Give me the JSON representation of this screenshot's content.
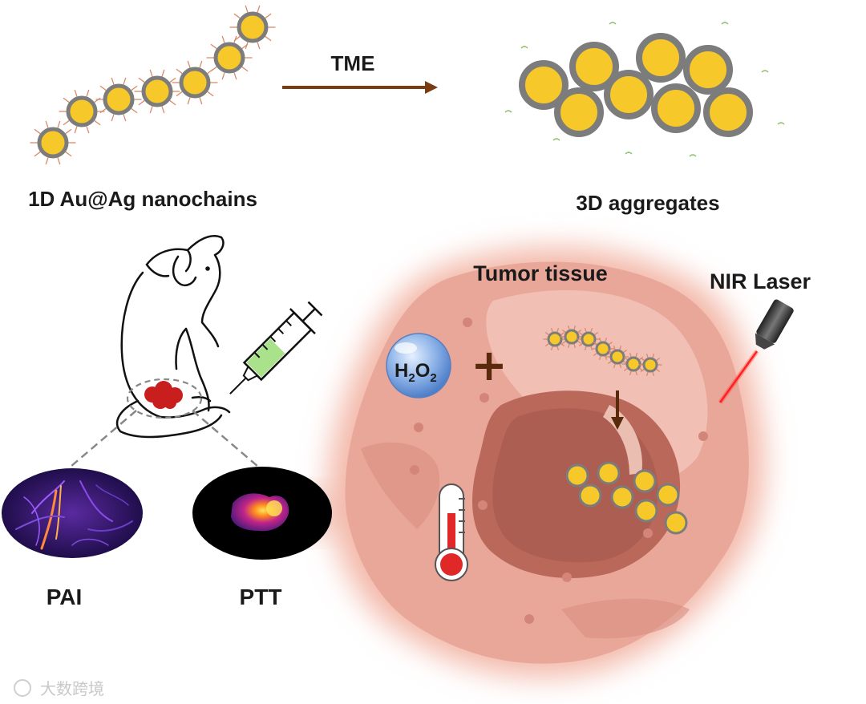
{
  "labels": {
    "tme": "TME",
    "nanochains": "1D Au@Ag nanochains",
    "aggregates": "3D aggregates",
    "tumor": "Tumor tissue",
    "laser": "NIR Laser",
    "pai": "PAI",
    "ptt": "PTT",
    "h2o2": {
      "h": "H",
      "sub1": "2",
      "o": "O",
      "sub2": "2"
    },
    "plus": "+"
  },
  "watermark": "大数跨境",
  "colors": {
    "gold": "#f7c82a",
    "shell": "#7c7c7c",
    "arrow": "#7a3c12",
    "tumor": "#e9a89a",
    "nucleus": "#b9685a",
    "laser": "#ff3a3a"
  },
  "icons": [
    "mouse-icon",
    "syringe-icon",
    "thermometer-icon",
    "laser-pointer-icon",
    "h2o2-bubble-icon"
  ]
}
